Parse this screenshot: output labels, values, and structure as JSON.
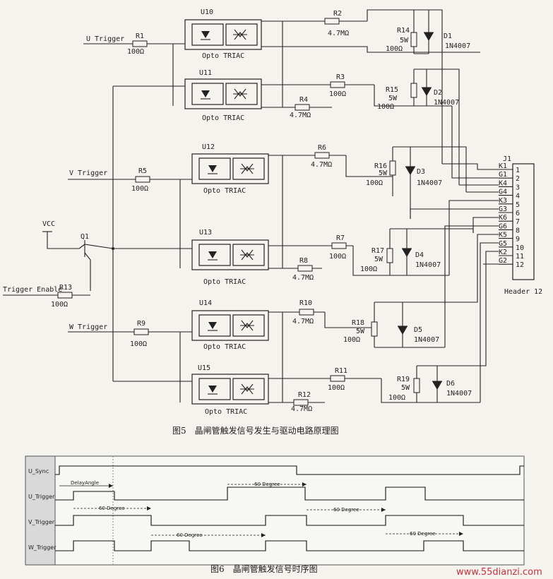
{
  "schematic": {
    "inputs": {
      "u": "U Trigger",
      "v": "V Trigger",
      "w": "W Trigger",
      "enable": "Trigger Enable",
      "vcc": "VCC"
    },
    "transistor": "Q1",
    "opto_label": "Opto TRIAC",
    "optos": [
      "U10",
      "U11",
      "U12",
      "U13",
      "U14",
      "U15"
    ],
    "input_resistors": [
      {
        "name": "R1",
        "value": "100Ω"
      },
      {
        "name": "R5",
        "value": "100Ω"
      },
      {
        "name": "R9",
        "value": "100Ω"
      },
      {
        "name": "R13",
        "value": "100Ω"
      }
    ],
    "gate_resistors": [
      {
        "name": "R2",
        "value": "4.7MΩ"
      },
      {
        "name": "R3",
        "value": "100Ω"
      },
      {
        "name": "R4",
        "value": "4.7MΩ"
      },
      {
        "name": "R6",
        "value": "4.7MΩ"
      },
      {
        "name": "R7",
        "value": "100Ω"
      },
      {
        "name": "R8",
        "value": "4.7MΩ"
      },
      {
        "name": "R10",
        "value": "4.7MΩ"
      },
      {
        "name": "R11",
        "value": "100Ω"
      },
      {
        "name": "R12",
        "value": "4.7MΩ"
      }
    ],
    "power_resistors": [
      {
        "name": "R14",
        "rating": "5W",
        "value": "100Ω"
      },
      {
        "name": "R15",
        "rating": "5W",
        "value": "100Ω"
      },
      {
        "name": "R16",
        "rating": "5W",
        "value": "100Ω"
      },
      {
        "name": "R17",
        "rating": "5W",
        "value": "100Ω"
      },
      {
        "name": "R18",
        "rating": "5W",
        "value": "100Ω"
      },
      {
        "name": "R19",
        "rating": "5W",
        "value": "100Ω"
      }
    ],
    "diodes": [
      {
        "name": "D1",
        "part": "1N4007"
      },
      {
        "name": "D2",
        "part": "1N4007"
      },
      {
        "name": "D3",
        "part": "1N4007"
      },
      {
        "name": "D4",
        "part": "1N4007"
      },
      {
        "name": "D5",
        "part": "1N4007"
      },
      {
        "name": "D6",
        "part": "1N4007"
      }
    ],
    "header": {
      "name": "J1",
      "label": "Header 12",
      "pin_signals": [
        "K1",
        "G1",
        "K4",
        "G4",
        "K3",
        "G3",
        "K6",
        "G6",
        "K5",
        "G5",
        "K2",
        "G2"
      ],
      "pin_numbers": [
        "1",
        "2",
        "3",
        "4",
        "5",
        "6",
        "7",
        "8",
        "9",
        "10",
        "11",
        "12"
      ]
    }
  },
  "captions": {
    "fig5": "图5　晶闸管触发信号发生与驱动电路原理图",
    "fig6": "图6　晶闸管触发信号时序图"
  },
  "timing": {
    "signals": [
      "U_Sync",
      "U_Trigger",
      "V_Trigger",
      "W_Trigger"
    ],
    "annotations": [
      "DelayAngle",
      "60 Degree",
      "60 Degree",
      "60 Degree",
      "60 Degree",
      "60 Degree"
    ]
  },
  "watermark": "www.55dianzi.com"
}
